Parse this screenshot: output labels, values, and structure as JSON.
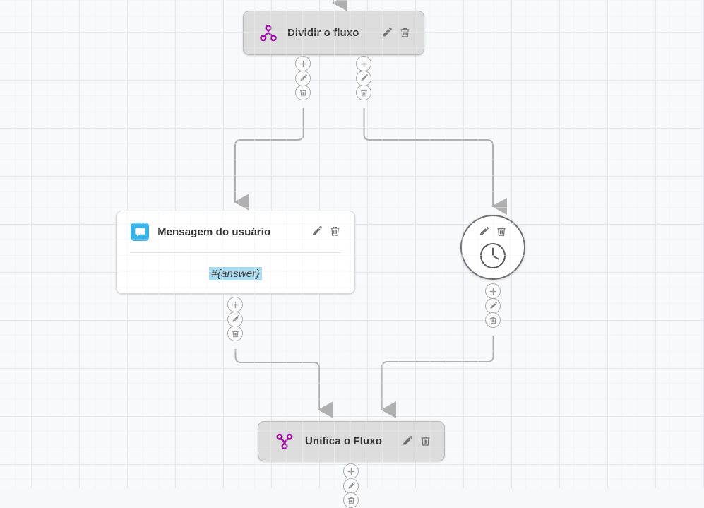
{
  "canvas": {
    "background_color": "#f8f9fa",
    "grid_color": "#e3e8f0",
    "edge_color": "#b0b0b0"
  },
  "nodes": [
    {
      "id": "split",
      "type": "split-flow",
      "title": "Dividir o fluxo",
      "icon": "split-branch-icon",
      "icon_color": "#9c0f9c",
      "card_color": "#dcdcdc",
      "actions": [
        "edit-icon",
        "delete-icon"
      ]
    },
    {
      "id": "message",
      "type": "user-message",
      "title": "Mensagem do usuário",
      "icon": "chat-bubble-icon",
      "icon_color": "#36b3e8",
      "card_color": "#ffffff",
      "value": "#{answer}",
      "value_highlight": "#a9dcf0",
      "actions": [
        "edit-icon",
        "delete-icon"
      ]
    },
    {
      "id": "delay",
      "type": "delay",
      "title": "",
      "icon": "clock-icon",
      "icon_color": "#555555",
      "card_color": "#ffffff",
      "actions": [
        "edit-icon",
        "delete-icon"
      ]
    },
    {
      "id": "merge",
      "type": "merge-flow",
      "title": "Unifica o Fluxo",
      "icon": "merge-branch-icon",
      "icon_color": "#9c0f9c",
      "card_color": "#dcdcdc",
      "actions": [
        "edit-icon",
        "delete-icon"
      ]
    }
  ],
  "connectors": {
    "buttons": [
      "add-icon",
      "edit-icon",
      "delete-icon"
    ]
  }
}
